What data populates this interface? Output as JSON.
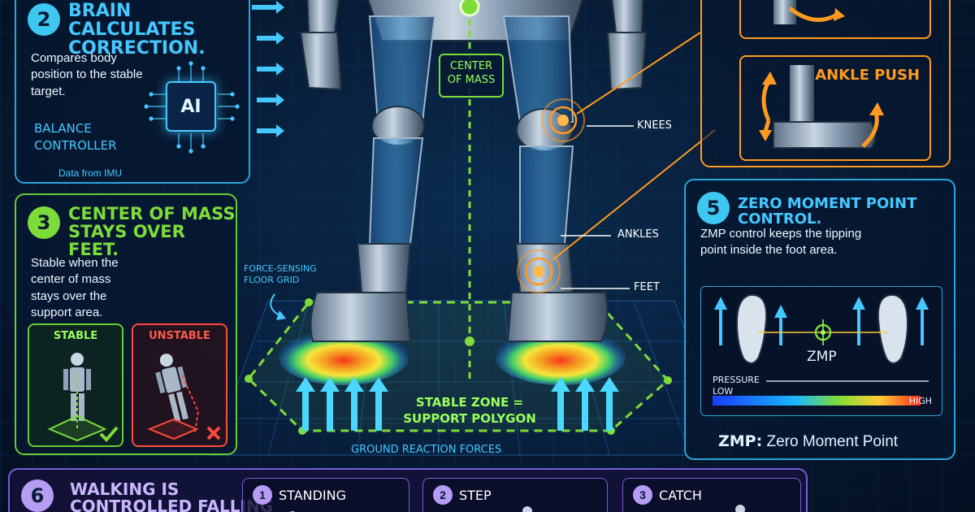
{
  "panel2": {
    "number": "2",
    "heading_line1": "Brain calculates",
    "heading_line2": "correction.",
    "body": "Compares body position to the stable target.",
    "chip_label": "AI",
    "controller_line1": "Balance",
    "controller_line2": "Controller",
    "imu_caption": "Data from IMU"
  },
  "panel3": {
    "number": "3",
    "heading_line1": "Center of mass",
    "heading_line2": "stays over feet.",
    "body": "Stable when the center of mass stays over the support area.",
    "stable_label": "STABLE",
    "unstable_label": "UNSTABLE"
  },
  "panel4": {
    "ankle_push_label": "ANKLE PUSH"
  },
  "panel5": {
    "number": "5",
    "heading": "Zero Moment Point control.",
    "body": "ZMP control keeps the tipping point inside the foot area.",
    "zmp_label": "ZMP",
    "pressure_label": "PRESSURE",
    "low_label": "LOW",
    "high_label": "HIGH",
    "footer_abbr": "ZMP:",
    "footer_text": "Zero Moment Point"
  },
  "panel6": {
    "number": "6",
    "heading_line1": "Walking is",
    "heading_line2": "controlled falling",
    "steps": [
      {
        "num": "1",
        "label": "STANDING"
      },
      {
        "num": "2",
        "label": "STEP"
      },
      {
        "num": "3",
        "label": "CATCH"
      }
    ]
  },
  "center": {
    "com_line1": "CENTER",
    "com_line2": "OF MASS",
    "knees_label": "KNEES",
    "ankles_label": "ANKLES",
    "feet_label": "FEET",
    "floor_grid_line1": "FORCE-SENSING",
    "floor_grid_line2": "FLOOR GRID",
    "stable_zone_line1": "STABLE ZONE =",
    "stable_zone_line2": "SUPPORT POLYGON",
    "grf_label": "GROUND REACTION FORCES"
  },
  "colors": {
    "cyan": "#44c8ff",
    "green": "#7ddc3a",
    "orange": "#ff9a1f",
    "purple": "#b69cf5",
    "red": "#ff4a3a"
  }
}
